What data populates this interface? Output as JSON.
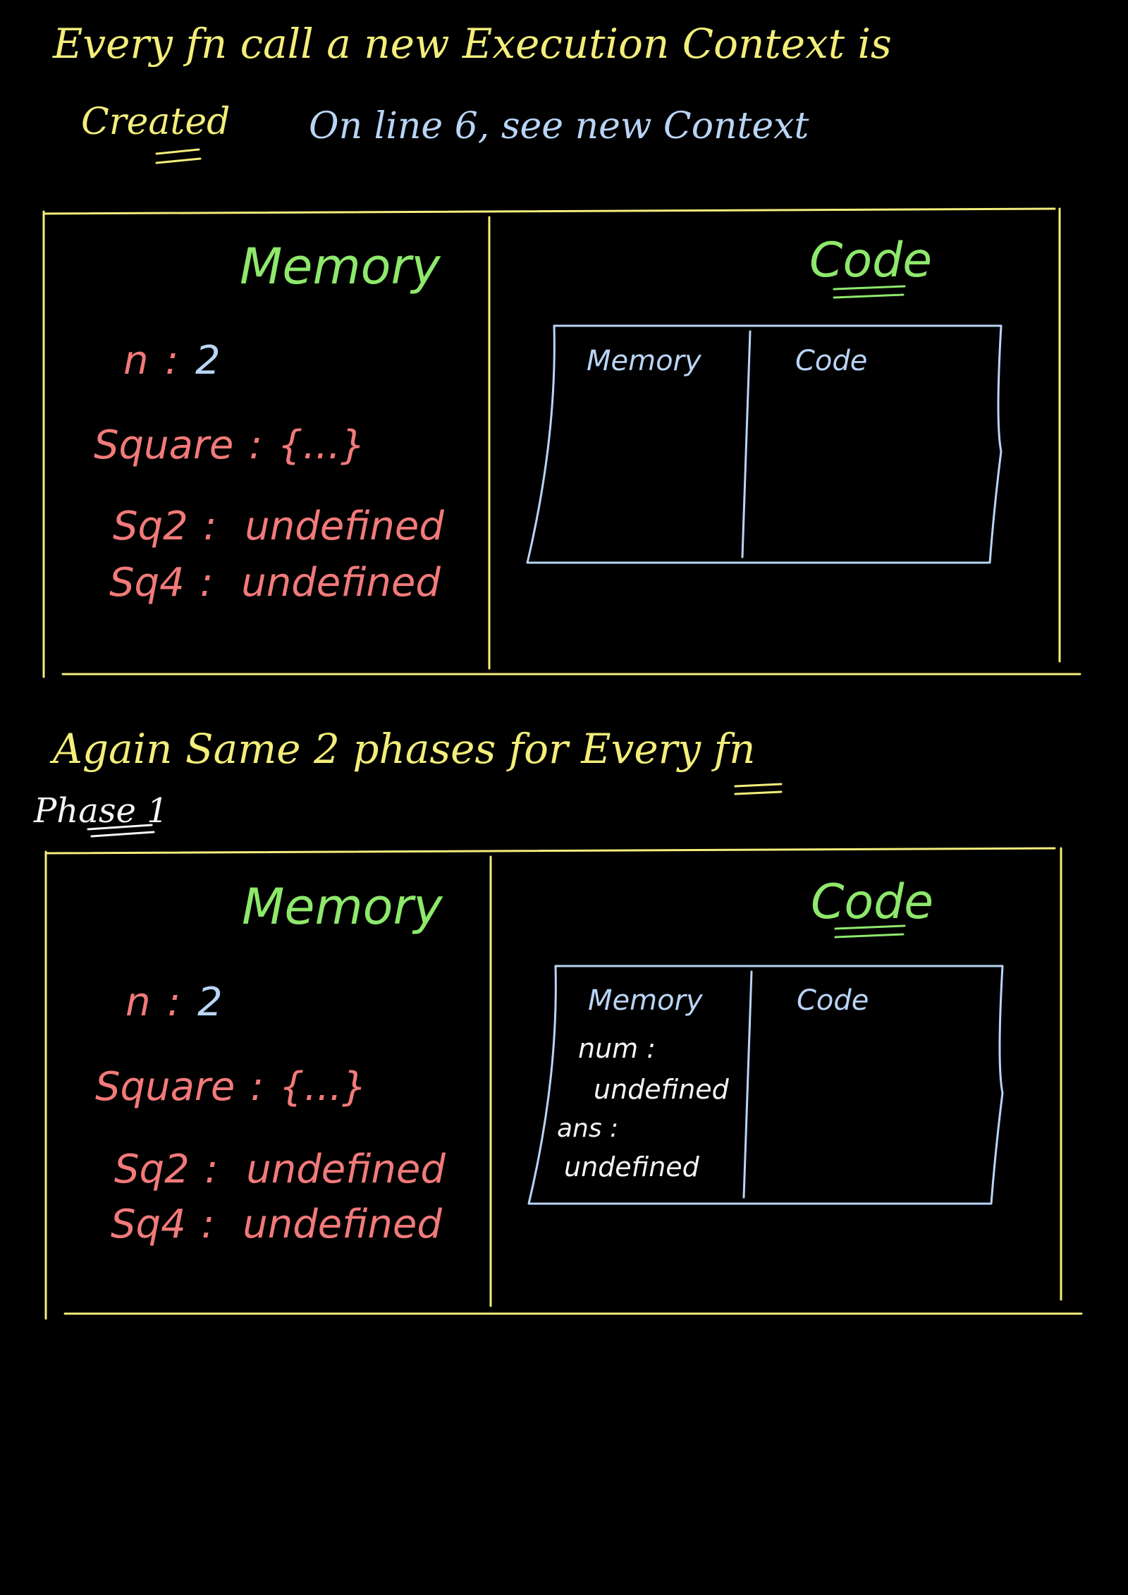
{
  "colors": {
    "background": "#000000",
    "yellow": "#f3ee7a",
    "green": "#8ee86c",
    "blue": "#b9d4f5",
    "red": "#f27a7a",
    "white": "#f5f5f5"
  },
  "heading": {
    "line1": "Every fn call a new Execution Context is",
    "line2_created": "Created",
    "line2_note": "On line 6, see new Context"
  },
  "context_1": {
    "memory_title": "Memory",
    "code_title": "Code",
    "memory_entries": [
      {
        "name": "n",
        "sep": ":",
        "value": "2"
      },
      {
        "name": "Square",
        "sep": ":",
        "value": "{...}"
      },
      {
        "name": "Sq2",
        "sep": ":",
        "value": "undefined"
      },
      {
        "name": "Sq4",
        "sep": ":",
        "value": "undefined"
      }
    ],
    "inner": {
      "memory_label": "Memory",
      "code_label": "Code",
      "memory_lines": []
    }
  },
  "middle": {
    "note": "Again Same 2 phases for Every fn",
    "phase": "Phase 1"
  },
  "context_2": {
    "memory_title": "Memory",
    "code_title": "Code",
    "memory_entries": [
      {
        "name": "n",
        "sep": ":",
        "value": "2"
      },
      {
        "name": "Square",
        "sep": ":",
        "value": "{...}"
      },
      {
        "name": "Sq2",
        "sep": ":",
        "value": "undefined"
      },
      {
        "name": "Sq4",
        "sep": ":",
        "value": "undefined"
      }
    ],
    "inner": {
      "memory_label": "Memory",
      "code_label": "Code",
      "memory_lines": [
        "num :",
        "undefined",
        "ans :",
        "undefined"
      ]
    }
  }
}
